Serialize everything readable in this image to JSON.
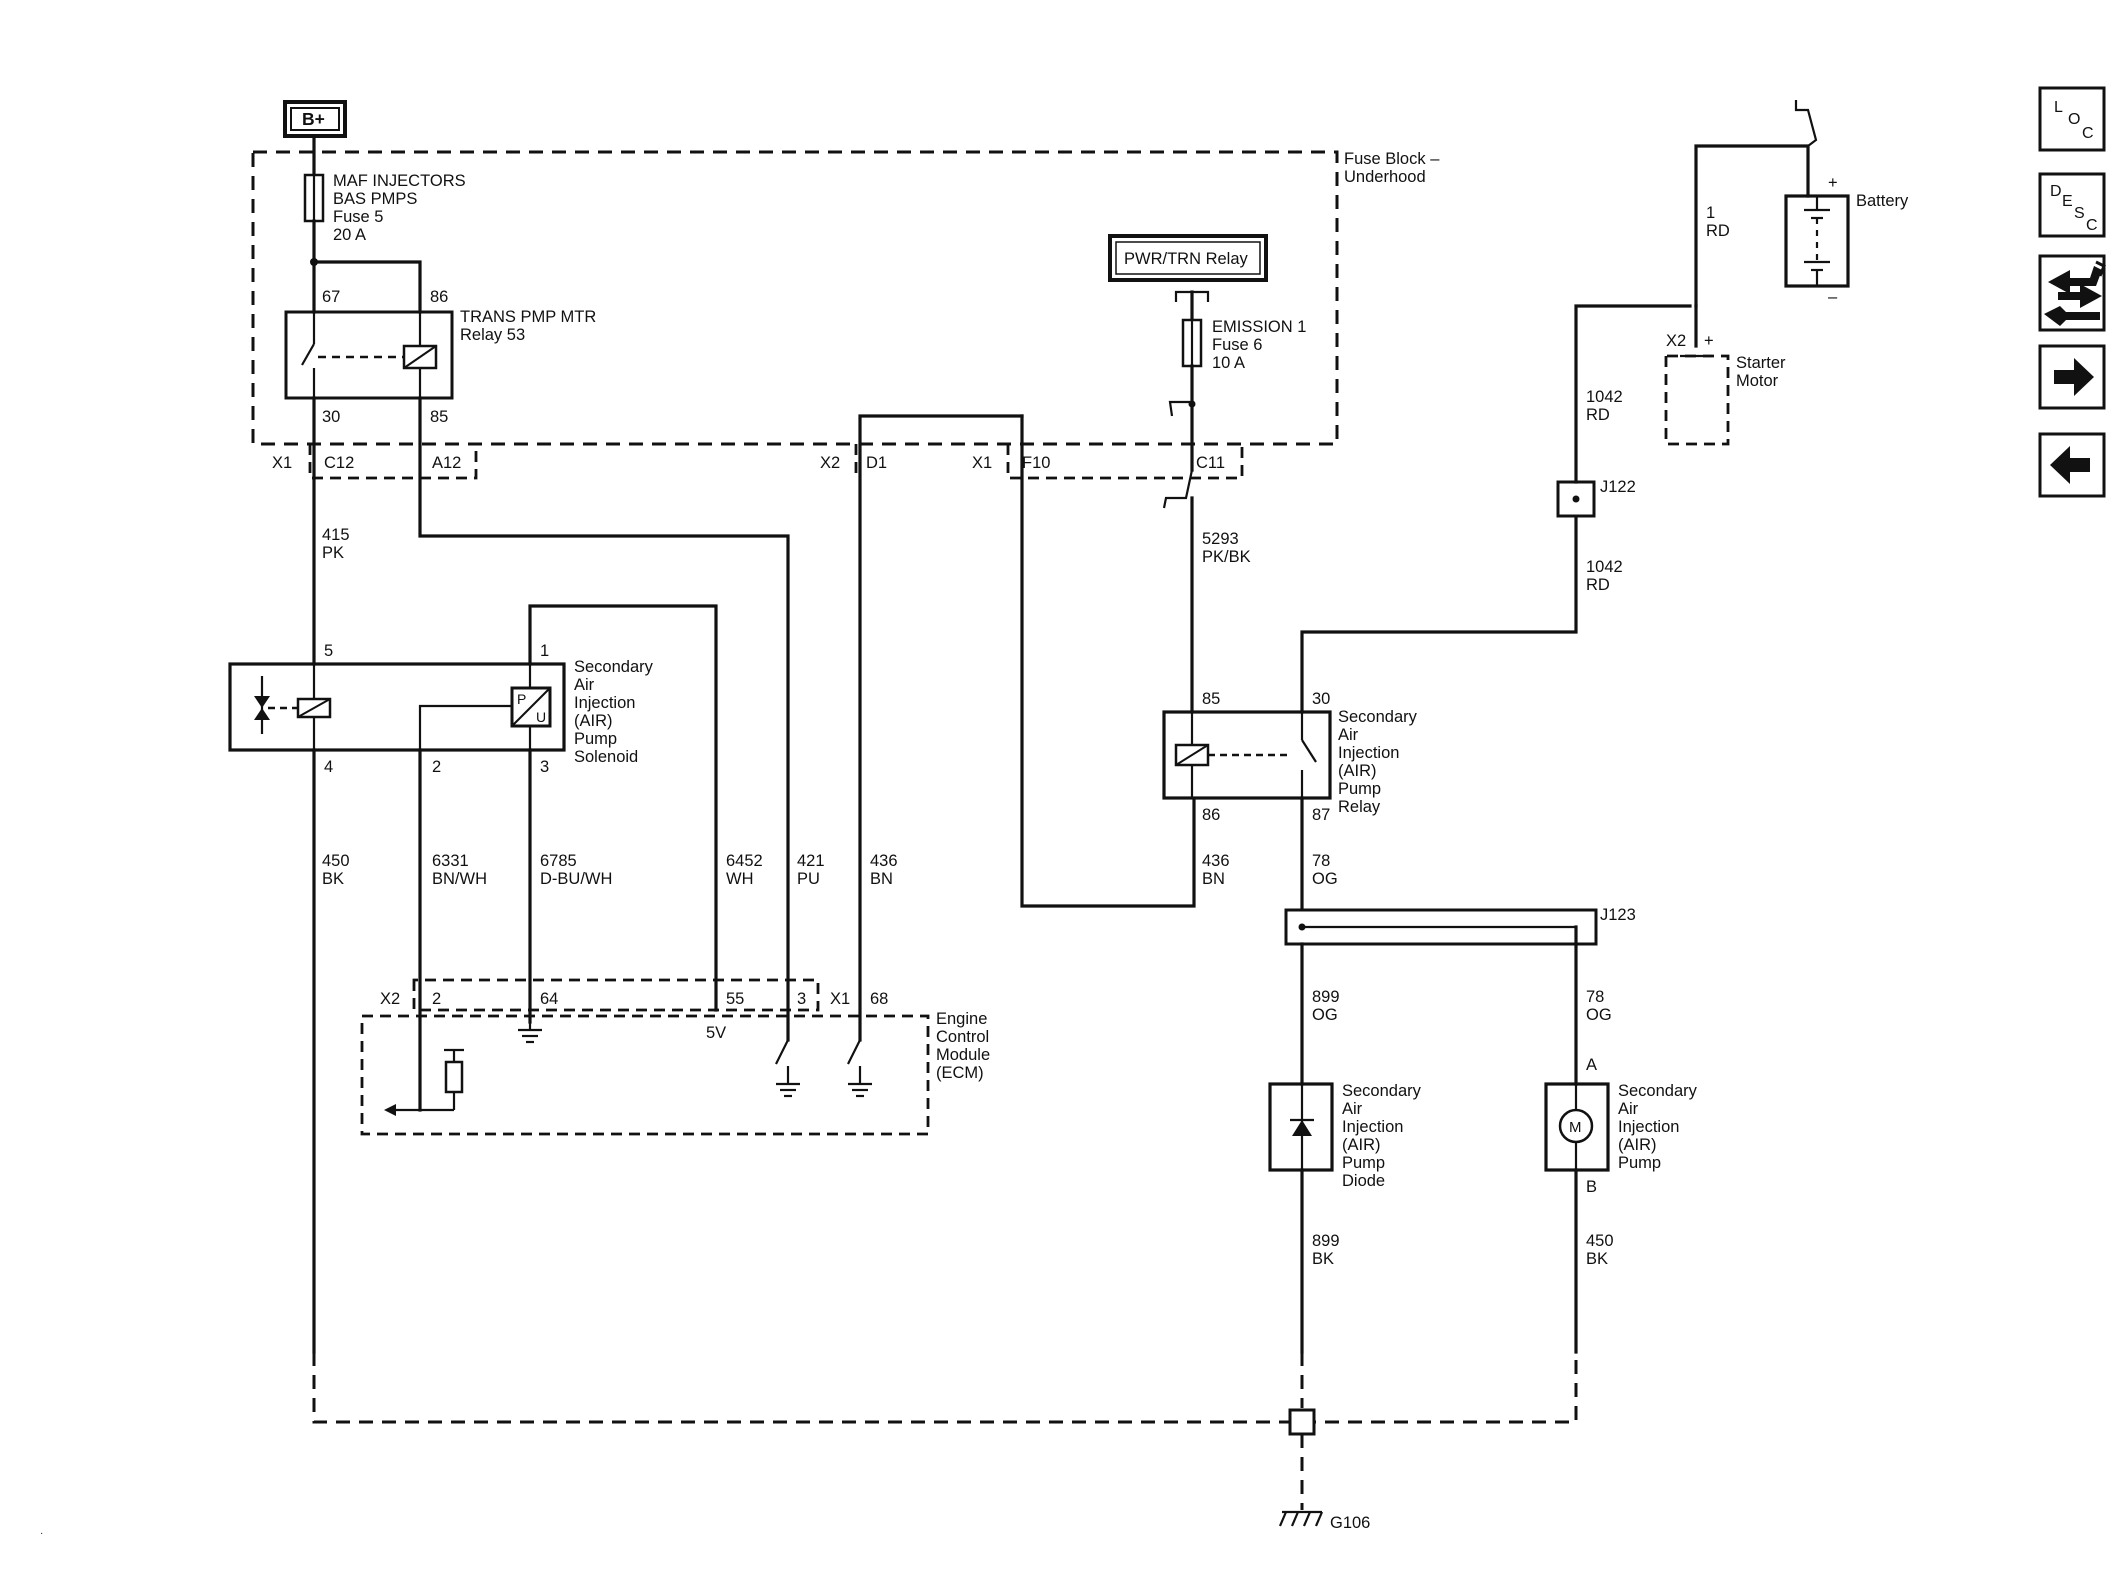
{
  "fuse_block": {
    "title_line1": "Fuse Block –",
    "title_line2": "Underhood",
    "bplus": "B+",
    "fuse5_l1": "MAF INJECTORS",
    "fuse5_l2": "BAS PMPS",
    "fuse5_l3": "Fuse 5",
    "fuse5_l4": "20 A",
    "relay53_l1": "TRANS PMP MTR",
    "relay53_l2": "Relay 53",
    "pin67": "67",
    "pin86": "86",
    "pin30": "30",
    "pin85": "85",
    "pwr_trn_relay": "PWR/TRN Relay",
    "fuse6_l1": "EMISSION 1",
    "fuse6_l2": "Fuse 6",
    "fuse6_l3": "10 A"
  },
  "connectors": {
    "x1": "X1",
    "c12": "C12",
    "a12": "A12",
    "x2": "X2",
    "d1": "D1",
    "x1b": "X1",
    "f10": "F10",
    "c11": "C11"
  },
  "wires": {
    "w415": "415",
    "w415c": "PK",
    "w5293": "5293",
    "w5293c": "PK/BK",
    "w1042a": "1042",
    "w1042ac": "RD",
    "w1042b": "1042",
    "w1042bc": "RD",
    "w1rd": "1",
    "w1rdc": "RD",
    "w450a": "450",
    "w450ac": "BK",
    "w6331": "6331",
    "w6331c": "BN/WH",
    "w6785": "6785",
    "w6785c": "D-BU/WH",
    "w6452": "6452",
    "w6452c": "WH",
    "w421": "421",
    "w421c": "PU",
    "w436a": "436",
    "w436ac": "BN",
    "w436b": "436",
    "w436bc": "BN",
    "w78a": "78",
    "w78ac": "OG",
    "w899a": "899",
    "w899ac": "OG",
    "w78b": "78",
    "w78bc": "OG",
    "w899b": "899",
    "w899bc": "BK",
    "w450b": "450",
    "w450bc": "BK"
  },
  "solenoid": {
    "l1": "Secondary",
    "l2": "Air",
    "l3": "Injection",
    "l4": "(AIR)",
    "l5": "Pump",
    "l6": "Solenoid",
    "p5": "5",
    "p1": "1",
    "p4": "4",
    "p2": "2",
    "p3": "3",
    "pu_top": "P",
    "pu_bot": "U"
  },
  "ecm": {
    "l1": "Engine",
    "l2": "Control",
    "l3": "Module",
    "l4": "(ECM)",
    "x2": "X2",
    "p2": "2",
    "p64": "64",
    "p55": "55",
    "p3": "3",
    "x1": "X1",
    "p68": "68",
    "v5": "5V"
  },
  "air_relay": {
    "l1": "Secondary",
    "l2": "Air",
    "l3": "Injection",
    "l4": "(AIR)",
    "l5": "Pump",
    "l6": "Relay",
    "p85": "85",
    "p30": "30",
    "p86": "86",
    "p87": "87"
  },
  "splices": {
    "j122": "J122",
    "j123": "J123"
  },
  "starter": {
    "x2": "X2",
    "plus": "+",
    "l1": "Starter",
    "l2": "Motor"
  },
  "battery": {
    "label": "Battery",
    "plus": "+",
    "minus": "–"
  },
  "diode": {
    "l1": "Secondary",
    "l2": "Air",
    "l3": "Injection",
    "l4": "(AIR)",
    "l5": "Pump",
    "l6": "Diode"
  },
  "pump": {
    "l1": "Secondary",
    "l2": "Air",
    "l3": "Injection",
    "l4": "(AIR)",
    "l5": "Pump",
    "pinA": "A",
    "pinB": "B",
    "motor": "M"
  },
  "ground": {
    "g106": "G106"
  },
  "nav": {
    "loc_l": "L",
    "loc_o": "O",
    "loc_c": "C",
    "desc_d": "D",
    "desc_e": "E",
    "desc_s": "S",
    "desc_c": "C"
  }
}
